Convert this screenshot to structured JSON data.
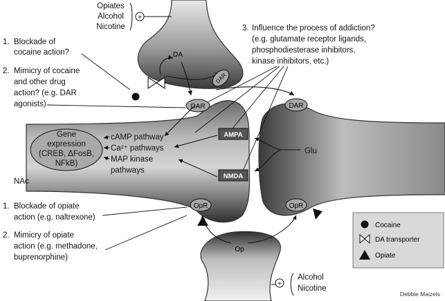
{
  "top_modulators": {
    "lines": [
      "Opiates",
      "Alcohol",
      "Nicotine"
    ],
    "sign": "+"
  },
  "bottom_modulators": {
    "lines": [
      "Alcohol",
      "Nicotine"
    ],
    "sign": "+"
  },
  "left_annotations": [
    {
      "number": "1.",
      "lines": [
        "Blockade of",
        "cocaine action?"
      ]
    },
    {
      "number": "2.",
      "lines": [
        "Mimicry of cocaine",
        "and other drug",
        "action? (e.g. DAR",
        "agonists)"
      ]
    },
    {
      "number": "1.",
      "lines": [
        "Blockade of opiate",
        "action (e.g. naltrexone)"
      ]
    },
    {
      "number": "2.",
      "lines": [
        "Mimicry of opiate",
        "action (e.g. methadone,",
        "buprenorphine)"
      ]
    }
  ],
  "right_annotation": {
    "number": "3.",
    "lines": [
      "Influence the process of addiction?",
      "(e.g. glutamate receptor ligands,",
      "phosphodiesterase inhibitors,",
      "kinase inhibitors, etc.)"
    ]
  },
  "gene_expression": {
    "lines": [
      "Gene",
      "expression",
      "(CREB, ΔFosB,",
      "NFkB)"
    ]
  },
  "pathways": [
    "cAMP pathway",
    "Ca²⁺ pathways",
    "MAP kinase",
    "pathways"
  ],
  "labels": {
    "da": "DA",
    "dar": "DAR",
    "ampa": "AMPA",
    "nmda": "NMDA",
    "glu": "Glu",
    "nac": "NAc",
    "opr": "OpR",
    "op": "Op"
  },
  "legend": [
    {
      "icon": "cocaine-icon",
      "label": "Cocaine"
    },
    {
      "icon": "da-transporter-icon",
      "label": "DA transporter"
    },
    {
      "icon": "opiate-icon",
      "label": "Opiate"
    }
  ],
  "credit": "Debbie Maizels",
  "colors": {
    "legend_bg": "#d9d9d9",
    "receptor_box": "#555555"
  }
}
